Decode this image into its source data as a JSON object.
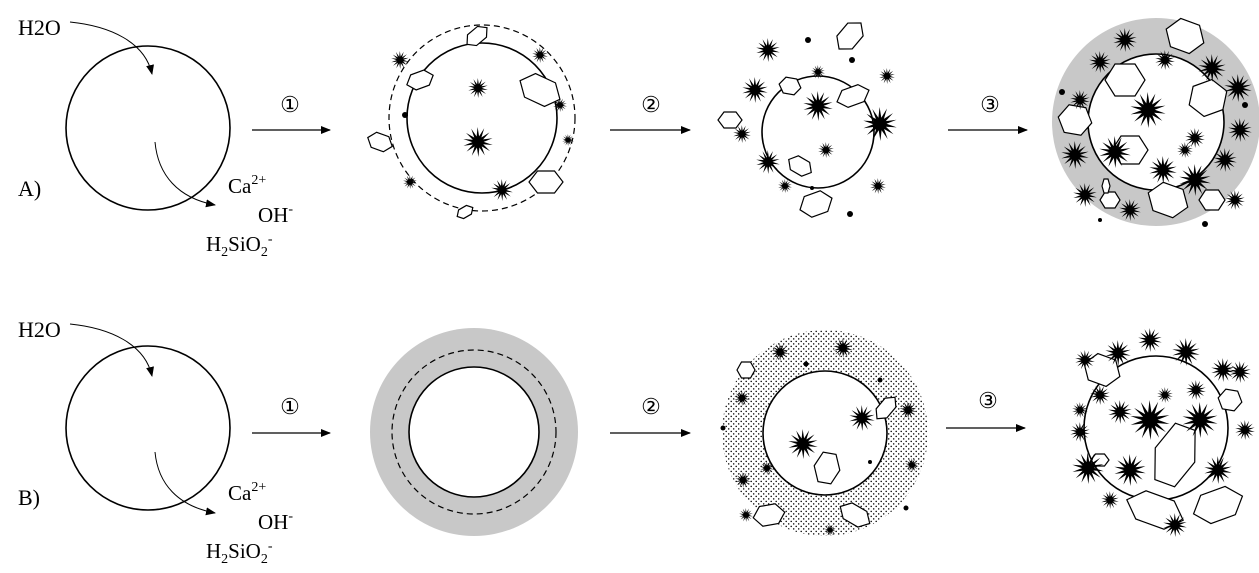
{
  "rows": [
    {
      "label": "A)",
      "species": {
        "water": "H2O",
        "calcium": "Ca",
        "calcium_charge": "2+",
        "hydroxide": "OH",
        "hydroxide_charge": "-",
        "silicate": "H2SiO2-"
      },
      "steps": [
        "①",
        "②",
        "③"
      ],
      "stage2_shell": "dashed",
      "stage3_matrix": "none",
      "stage4_matrix": "grey-filled"
    },
    {
      "label": "B)",
      "species": {
        "water": "H2O",
        "calcium": "Ca",
        "calcium_charge": "2+",
        "hydroxide": "OH",
        "hydroxide_charge": "-",
        "silicate": "H2SiO2-"
      },
      "steps": [
        "①",
        "②",
        "③"
      ],
      "stage2_shell": "grey-ring-with-dashed-boundary",
      "stage3_matrix": "dotted",
      "stage4_matrix": "none"
    }
  ],
  "colors": {
    "ink": "#000000",
    "grey_layer": "#c8c8c8",
    "background": "#ffffff"
  }
}
